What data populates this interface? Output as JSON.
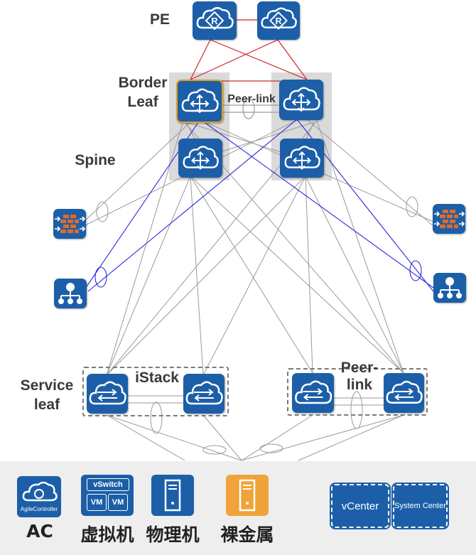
{
  "labels": {
    "pe": "PE",
    "border_leaf": "Border\nLeaf",
    "spine": "Spine",
    "peer_link_top": "Peer-link",
    "istack": "iStack",
    "peer_link_bottom": "Peer-\nlink",
    "service_leaf": "Service\nleaf"
  },
  "colors": {
    "device_blue": "#1c5fa8",
    "red_link": "#d0242b",
    "blue_link": "#2a2ae0",
    "gray_link": "#9a9a9a",
    "orange_tile": "#f0a33a"
  },
  "devices": [
    {
      "id": "pe-left",
      "icon": "router-icon"
    },
    {
      "id": "pe-right",
      "icon": "router-icon"
    },
    {
      "id": "border-leaf-left",
      "icon": "core-switch-icon"
    },
    {
      "id": "border-leaf-right",
      "icon": "core-switch-icon"
    },
    {
      "id": "spine-left",
      "icon": "core-switch-icon"
    },
    {
      "id": "spine-right",
      "icon": "core-switch-icon"
    },
    {
      "id": "firewall-left",
      "icon": "firewall-icon"
    },
    {
      "id": "firewall-right",
      "icon": "firewall-icon"
    },
    {
      "id": "lb-left",
      "icon": "load-balancer-icon"
    },
    {
      "id": "lb-right",
      "icon": "load-balancer-icon"
    },
    {
      "id": "service-leaf-1",
      "icon": "access-switch-icon"
    },
    {
      "id": "service-leaf-2",
      "icon": "access-switch-icon"
    },
    {
      "id": "service-leaf-3",
      "icon": "access-switch-icon"
    },
    {
      "id": "service-leaf-4",
      "icon": "access-switch-icon"
    }
  ],
  "bottom": {
    "ac_caption": "AC",
    "ac_tile_text": "AgileController",
    "vm_caption": "虚拟机",
    "vswitch_label": "vSwitch",
    "vm_label_1": "VM",
    "vm_label_2": "VM",
    "pm_caption": "物理机",
    "bm_caption": "裸金属",
    "vcenter_label": "vCenter",
    "system_center_label": "System Center"
  }
}
